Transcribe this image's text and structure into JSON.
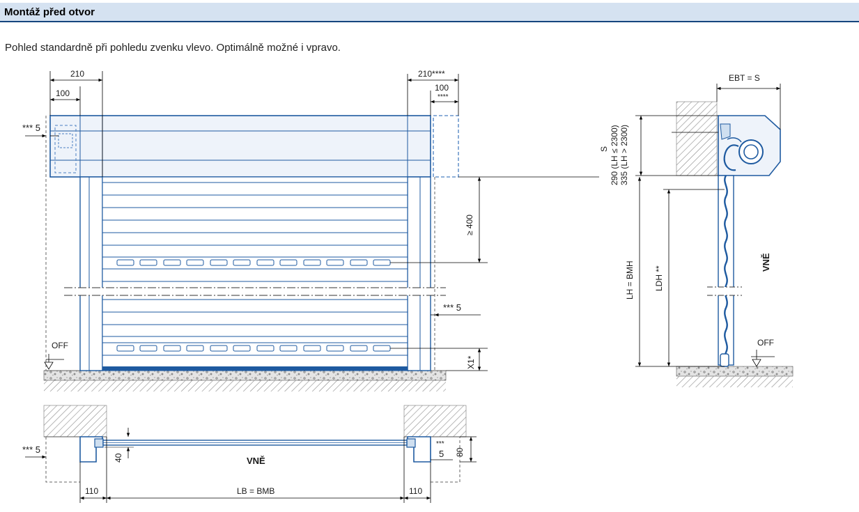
{
  "header": {
    "title": "Montáž před otvor"
  },
  "intro": "Pohled standardně při pohledu zvenku vlevo. Optimálně možné i vpravo.",
  "colors": {
    "accent": "#1e5aa0",
    "header_bg": "#d5e2f1",
    "header_rule": "#16457e",
    "dim_line": "#000000",
    "hatch": "#777777"
  },
  "front_view": {
    "dims": {
      "width_left": "210",
      "box_left": "100",
      "width_right": "210****",
      "box_right": "100",
      "box_right_note": "****",
      "offset_left": "*** 5",
      "offset_right": "*** 5",
      "min_height": "≥ 400",
      "x1": "X1*",
      "floor": "OFF"
    }
  },
  "side_view": {
    "dims": {
      "ebt": "EBT = S",
      "s": "S",
      "s_small": "290 (LH ≤ 2300)",
      "s_large": "335 (LH > 2300)",
      "lh": "LH = BMH",
      "ldh": "LDH **",
      "outside": "VNĚ",
      "floor": "OFF"
    }
  },
  "plan_view": {
    "dims": {
      "offset_left": "*** 5",
      "offset_right_note": "***",
      "offset_right": "5",
      "depth_40": "40",
      "depth_80": "80",
      "outside": "VNĚ",
      "frame_left": "110",
      "clear_width": "LB = BMB",
      "frame_right": "110"
    }
  }
}
